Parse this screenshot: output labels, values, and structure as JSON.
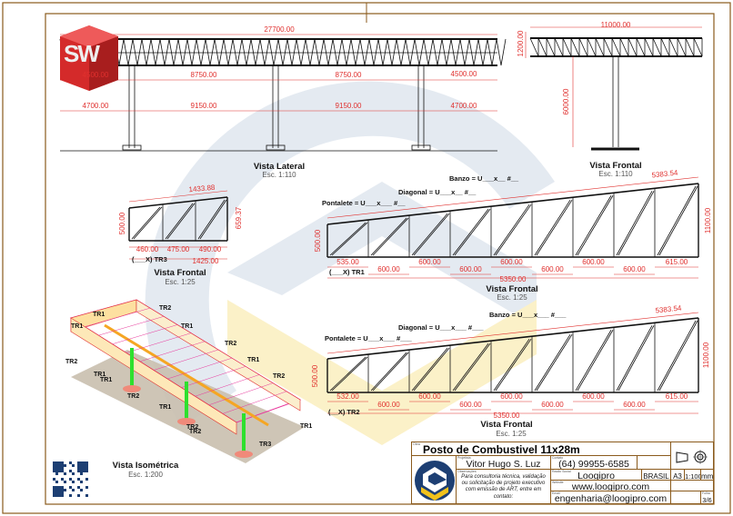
{
  "colors": {
    "frame": "#8a5a1c",
    "dimension": "#e0302e",
    "watermark_blue": "#dfe6ee",
    "watermark_yellow": "#fbf1c8",
    "logo_blue": "#1d3f73",
    "logo_yellow": "#f2c21b"
  },
  "lateral_view": {
    "total": "27700.00",
    "row1": [
      "4500.00",
      "8750.00",
      "8750.00",
      "4500.00"
    ],
    "row2": [
      "4700.00",
      "9150.00",
      "9150.00",
      "4700.00"
    ],
    "title": "Vista Lateral",
    "scale": "Esc. 1:110"
  },
  "frontal_view_main": {
    "width": "11000.00",
    "height": "1200.00",
    "column": "6000.00",
    "title": "Vista Frontal",
    "scale": "Esc. 1:110"
  },
  "tr3": {
    "top": "1433.88",
    "left": "500.00",
    "right": "659.37",
    "bottom": [
      "460.00",
      "475.00",
      "490.00"
    ],
    "total": "1425.00",
    "tag": "(___X) TR3",
    "title": "Vista Frontal",
    "scale": "Esc. 1:25"
  },
  "tr1": {
    "banzo": "Banzo = U___x__ #__",
    "diagonal": "Diagonal = U___x__ #__",
    "pontalete": "Pontalete = U___x___ #__",
    "top": "5383.54",
    "left": "500.00",
    "right": "1100.00",
    "bottom": [
      "535.00",
      "600.00",
      "600.00",
      "600.00",
      "600.00",
      "600.00",
      "600.00",
      "600.00",
      "615.00"
    ],
    "total": "5350.00",
    "tag": "(___X) TR1",
    "title": "Vista Frontal",
    "scale": "Esc. 1:25"
  },
  "tr2": {
    "banzo": "Banzo = U___x___ #___",
    "diagonal": "Diagonal = U___x___ #___",
    "pontalete": "Pontalete = U___x___ #___",
    "top": "5383.54",
    "left": "500.00",
    "right": "1100.00",
    "bottom": [
      "532.00",
      "600.00",
      "600.00",
      "600.00",
      "600.00",
      "600.00",
      "600.00",
      "600.00",
      "615.00"
    ],
    "total": "5350.00",
    "tag": "(__X) TR2",
    "title": "Vista Frontal",
    "scale": "Esc. 1:25"
  },
  "iso_view": {
    "labels": [
      "TR1",
      "TR1",
      "TR2",
      "TR2",
      "TR1",
      "TR1",
      "TR2",
      "TR1",
      "TR2",
      "TR1",
      "TR2",
      "TR1",
      "TR2",
      "TR2",
      "TR1",
      "TR3"
    ],
    "title": "Vista Isométrica",
    "scale": "Esc. 1:200"
  },
  "logo": {
    "text": "SW"
  },
  "title_block": {
    "project_title": "Posto de Combustivel 11x28m",
    "designer_label": "Projetista",
    "designer": "Vitor Hugo S. Luz",
    "contact_label": "Contato",
    "phone": "(64) 99955-6585",
    "notes_label": "Observações",
    "notes": "Para consultoria técnica, validação ou solicitação de projeto executivo com emissão de ART, entre em contato:",
    "company_label": "Razão Social",
    "company": "Loogipro",
    "country": "BRASIL",
    "paper": "A3",
    "scale": "1:100",
    "unit": "mm",
    "website_label": "Website",
    "website": "www.loogipro.com",
    "email_label": "Email",
    "email": "engenharia@loogipro.com",
    "sheet_label": "Folha",
    "sheet": "3/6"
  }
}
